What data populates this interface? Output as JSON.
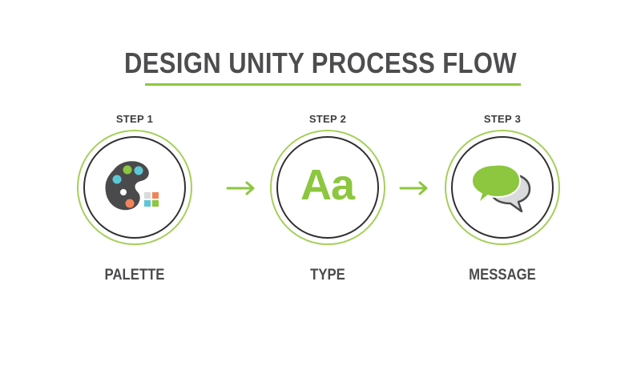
{
  "title": "DESIGN UNITY PROCESS FLOW",
  "colors": {
    "accent": "#8dc63f",
    "text": "#4d4d4f",
    "ring": "#2f2f31",
    "palette_body": "#4a4a4c",
    "palette_dots": [
      "#5ec7d6",
      "#8dc63f",
      "#f1835a",
      "#5ec7d6"
    ],
    "bubble_back": "#d9dadb"
  },
  "steps": [
    {
      "step_label": "STEP 1",
      "name": "PALETTE",
      "icon": "palette-icon"
    },
    {
      "step_label": "STEP 2",
      "name": "TYPE",
      "icon": "type-icon",
      "icon_text": "Aa"
    },
    {
      "step_label": "STEP 3",
      "name": "MESSAGE",
      "icon": "chat-bubbles-icon"
    }
  ],
  "arrows": [
    "arrow-right-icon",
    "arrow-right-icon"
  ]
}
